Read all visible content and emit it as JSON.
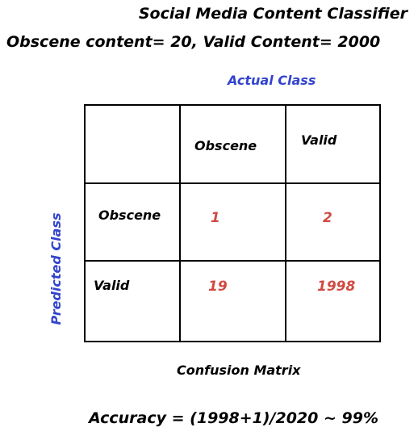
{
  "title": "Social Media Content Classifier",
  "subtitle": "Obscene content= 20, Valid Content= 2000",
  "actual_label": "Actual Class",
  "predicted_label": "Predicted Class",
  "columns": [
    "Obscene",
    "Valid"
  ],
  "rows": [
    "Obscene",
    "Valid"
  ],
  "matrix": [
    [
      "1",
      "2"
    ],
    [
      "19",
      "1998"
    ]
  ],
  "caption": "Confusion Matrix",
  "accuracy": "Accuracy = (1998+1)/2020 ~ 99%",
  "colors": {
    "text": "#000000",
    "axis_label": "#3344cc",
    "value": "#d04a43",
    "grid": "#000000"
  }
}
